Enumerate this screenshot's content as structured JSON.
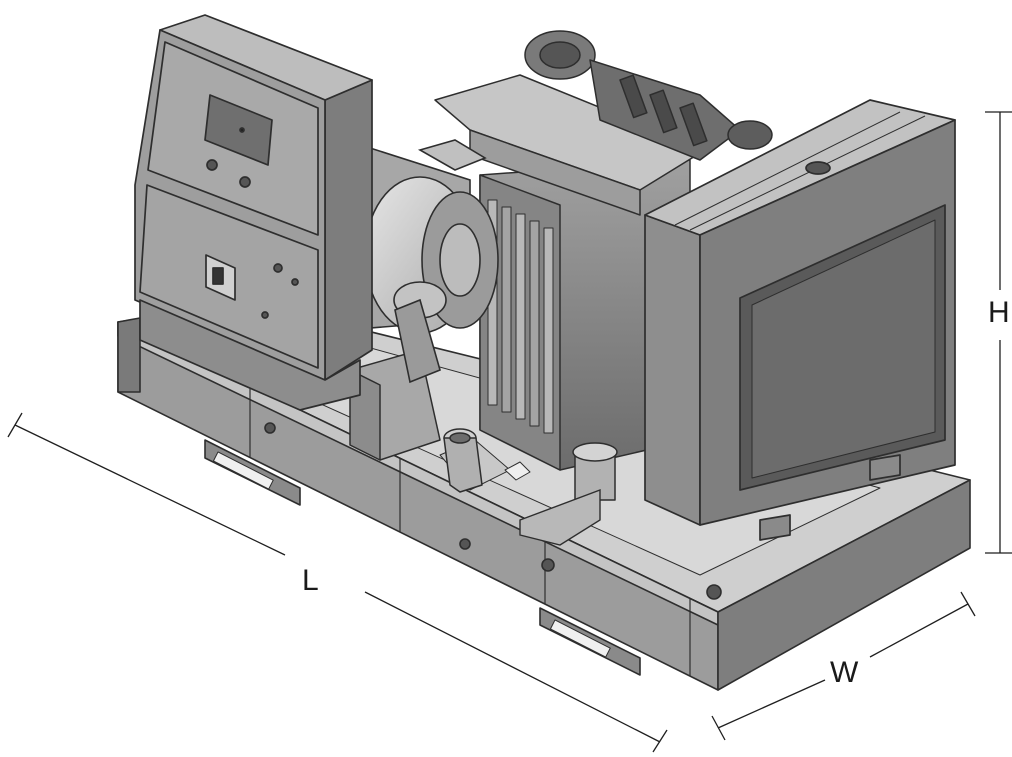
{
  "dimensions": {
    "length_label": "L",
    "width_label": "W",
    "height_label": "H"
  },
  "colors": {
    "light": "#dcdcdc",
    "mid": "#b3b3b3",
    "dark": "#8a8a8a",
    "darker": "#6a6a6a",
    "outline": "#2e2e2e",
    "dimension_line": "#1f1f1f"
  }
}
